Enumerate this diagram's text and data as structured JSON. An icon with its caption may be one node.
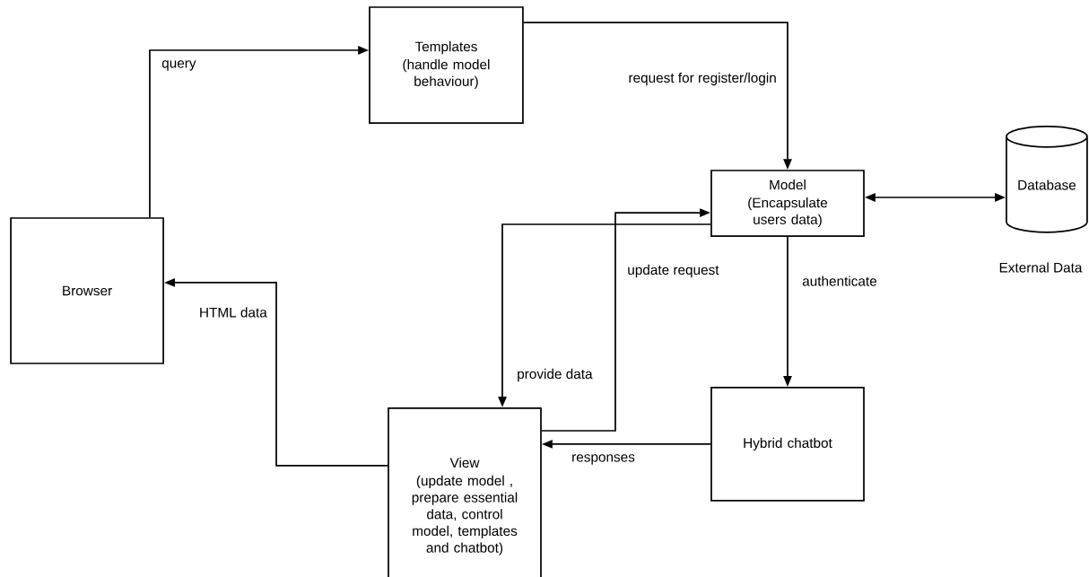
{
  "diagram": {
    "nodes": [
      {
        "text": [
          "Browser"
        ]
      },
      {
        "text": [
          "Templates",
          "(handle model behaviour)"
        ]
      },
      {
        "text": [
          "Model",
          "(Encapsulate users data)"
        ]
      },
      {
        "text": [
          "Database"
        ],
        "beside": [
          "External Data"
        ]
      },
      {
        "text": [
          "View",
          "(update model , prepare essential data, control model, templates and chatbot)"
        ]
      },
      {
        "text": [
          "Hybrid chatbot"
        ]
      }
    ],
    "edges": [
      {
        "from": 0,
        "to": 1,
        "arrow": "to",
        "label": "query"
      },
      {
        "from": 1,
        "to": 2,
        "arrow": "to",
        "label": "request for register/login"
      },
      {
        "from": 2,
        "to": 3,
        "arrow": "both"
      },
      {
        "from": 2,
        "to": 4,
        "arrow": "to",
        "label": "provide data"
      },
      {
        "from": 4,
        "to": 2,
        "arrow": "to",
        "label": "update request"
      },
      {
        "from": 2,
        "to": 5,
        "arrow": "to",
        "label": "authenticate"
      },
      {
        "from": 5,
        "to": 4,
        "arrow": "to",
        "label": "responses"
      },
      {
        "from": 4,
        "to": 0,
        "arrow": "to",
        "label": "HTML data"
      }
    ]
  }
}
